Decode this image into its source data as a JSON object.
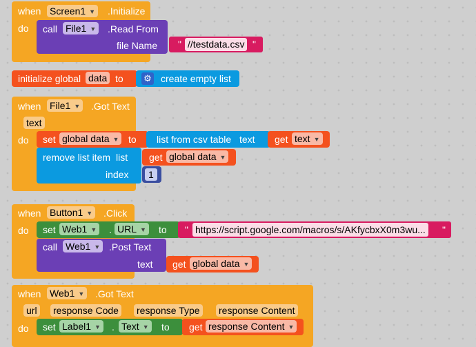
{
  "block1": {
    "when": "when",
    "component": "Screen1",
    "event": ".Initialize",
    "do": "do",
    "call": "call",
    "file": "File1",
    "method": ".Read From",
    "param": "file Name",
    "value": "//testdata.csv"
  },
  "block2": {
    "label": "initialize global",
    "var": "data",
    "to": "to",
    "value": "create empty list"
  },
  "block3": {
    "when": "when",
    "component": "File1",
    "event": ".Got Text",
    "param": "text",
    "do": "do",
    "set": "set",
    "var": "global data",
    "to": "to",
    "list_from_csv": "list from csv table",
    "text_label": "text",
    "get": "get",
    "get_var": "text",
    "remove": "remove list item",
    "list_label": "list",
    "get2": "get",
    "get2_var": "global data",
    "index_label": "index",
    "index_value": "1"
  },
  "block4": {
    "when": "when",
    "component": "Button1",
    "event": ".Click",
    "do": "do",
    "set": "set",
    "web": "Web1",
    "dot": ".",
    "prop": "URL",
    "to": "to",
    "url": "https://script.google.com/macros/s/AKfycbxX0m3wu...",
    "call": "call",
    "call_comp": "Web1",
    "method": ".Post Text",
    "text_label": "text",
    "get": "get",
    "get_var": "global data"
  },
  "block5": {
    "when": "when",
    "component": "Web1",
    "event": ".Got Text",
    "params": [
      "url",
      "response Code",
      "response Type",
      "response Content"
    ],
    "do": "do",
    "set": "set",
    "label": "Label1",
    "dot": ".",
    "prop": "Text",
    "to": "to",
    "get": "get",
    "get_var": "response Content"
  },
  "colors": {
    "event": "#f5a623",
    "method": "#6b3fb5",
    "text": "#d81b60",
    "variable": "#f4511e",
    "list": "#0b9ae0",
    "component_setter": "#3c8f3c",
    "math": "#3a4ea0"
  }
}
